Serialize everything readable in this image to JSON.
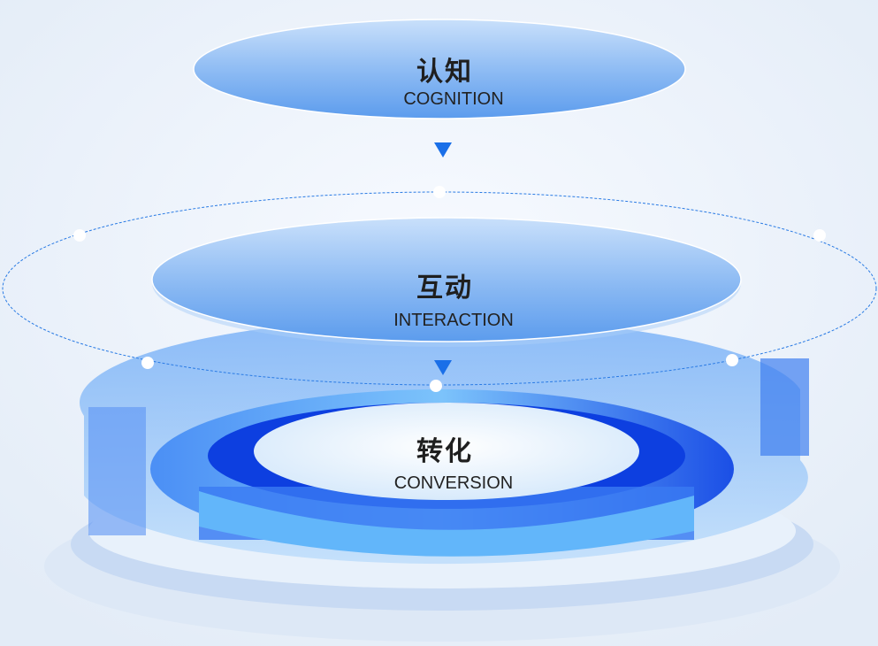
{
  "layers": [
    {
      "title_zh": "认知",
      "title_en": "COGNITION"
    },
    {
      "title_zh": "互动",
      "title_en": "INTERACTION"
    },
    {
      "title_zh": "转化",
      "title_en": "CONVERSION"
    }
  ],
  "colors": {
    "accent": "#1a6fe8",
    "ring": "#2b6ff0",
    "background": "#eef3fa"
  }
}
